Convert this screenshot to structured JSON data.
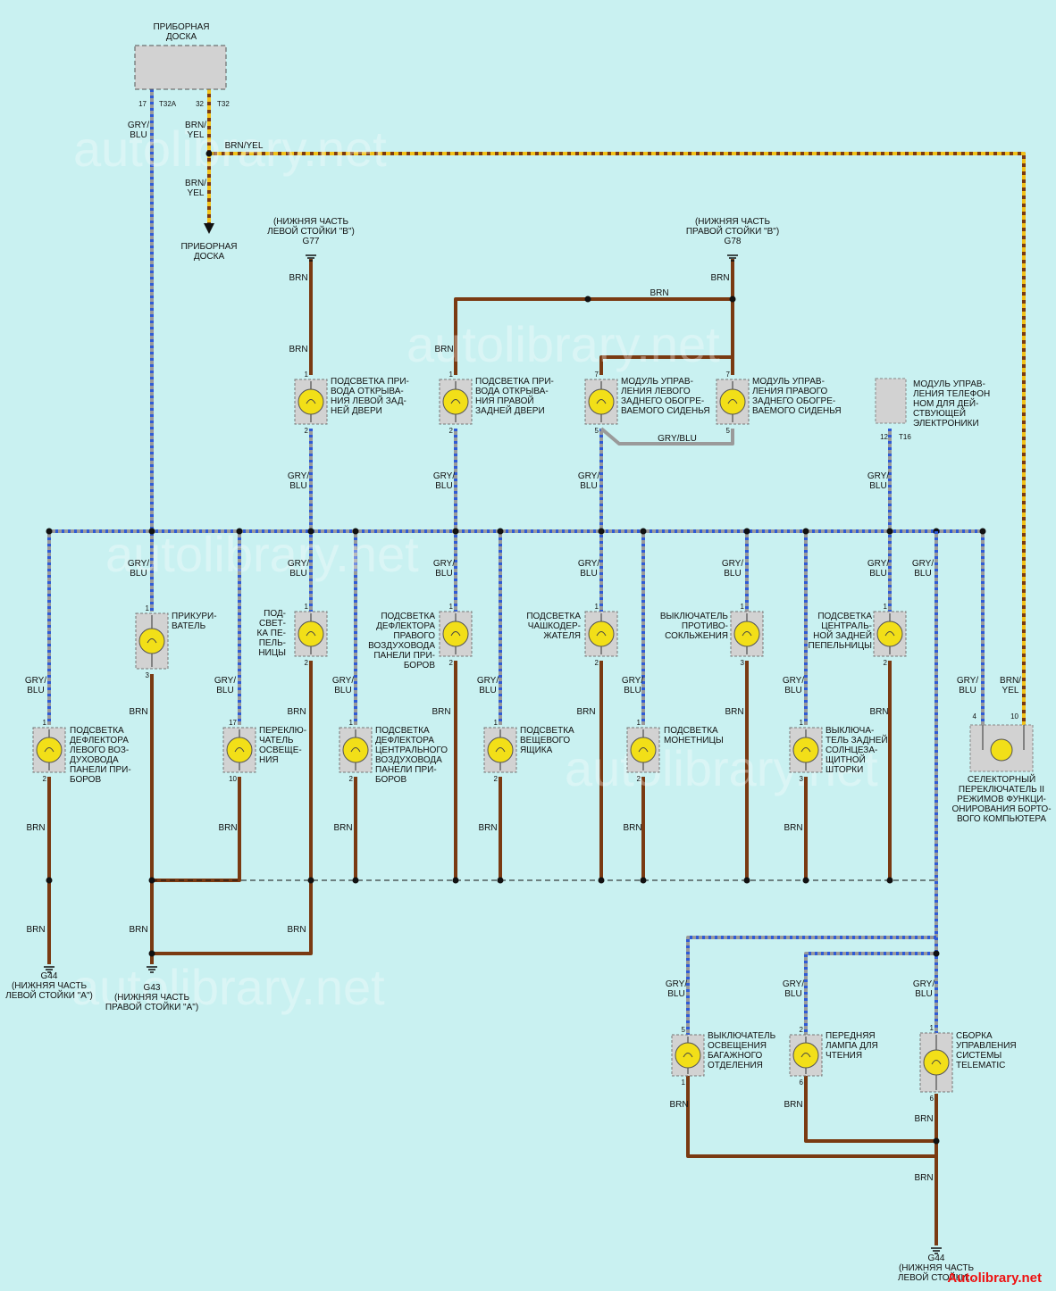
{
  "watermark": "autolibrary.net",
  "site_url": "Autolibrary.net",
  "colors": {
    "brn": "#7a3a12",
    "blu": "#2f5bd6",
    "gry": "#9a9a9a",
    "yel": "#f2c21a",
    "bulb": "#f2df18"
  },
  "top_block": {
    "label": [
      "ПРИБОРНАЯ",
      "ДОСКА"
    ],
    "connector_left": "T32A",
    "connector_right": "T32",
    "pin_left": "17",
    "pin_right": "32"
  },
  "dash_dest": [
    "ПРИБОРНАЯ",
    "ДОСКА"
  ],
  "wire_labels": {
    "gry_blu": [
      "GRY/",
      "BLU"
    ],
    "brn_yel": [
      "BRN/",
      "YEL"
    ],
    "brn_yel_run": "BRN/YEL",
    "brn": "BRN",
    "gry_blu_run": "GRY/BLU"
  },
  "grounds": {
    "g77": {
      "code": "G77",
      "text": [
        "(НИЖНЯЯ ЧАСТЬ",
        "ЛЕВОЙ СТОЙКИ \"В\")"
      ]
    },
    "g78": {
      "code": "G78",
      "text": [
        "(НИЖНЯЯ ЧАСТЬ",
        "ПРАВОЙ СТОЙКИ \"В\")"
      ]
    },
    "g44a": {
      "code": "G44",
      "text": [
        "(НИЖНЯЯ ЧАСТЬ",
        "ЛЕВОЙ СТОЙКИ \"А\")"
      ]
    },
    "g43": {
      "code": "G43",
      "text": [
        "(НИЖНЯЯ ЧАСТЬ",
        "ПРАВОЙ СТОЙКИ \"А\")"
      ]
    },
    "g44b": {
      "code": "G44",
      "text": [
        "(НИЖНЯЯ ЧАСТЬ",
        "ЛЕВОЙ СТОЙКИ..."
      ]
    }
  },
  "components": {
    "left_door": {
      "text": [
        "ПОДСВЕТКА ПРИ-",
        "ВОДА ОТКРЫВА-",
        "НИЯ ЛЕВОЙ ЗАД-",
        "НЕЙ ДВЕРИ"
      ],
      "pin_top": "1",
      "pin_bottom": "2"
    },
    "right_door": {
      "text": [
        "ПОДСВЕТКА ПРИ-",
        "ВОДА ОТКРЫВА-",
        "НИЯ ПРАВОЙ",
        "ЗАДНЕЙ ДВЕРИ"
      ],
      "pin_top": "1",
      "pin_bottom": "2"
    },
    "left_seat": {
      "text": [
        "МОДУЛЬ УПРАВ-",
        "ЛЕНИЯ ЛЕВОГО",
        "ЗАДНЕГО ОБОГРЕ-",
        "ВАЕМОГО СИДЕНЬЯ"
      ],
      "pin_top": "7",
      "pin_bottom": "5"
    },
    "right_seat": {
      "text": [
        "МОДУЛЬ УПРАВ-",
        "ЛЕНИЯ ПРАВОГО",
        "ЗАДНЕГО ОБОГРЕ-",
        "ВАЕМОГО СИДЕНЬЯ"
      ],
      "pin_top": "7",
      "pin_bottom": "5"
    },
    "phone": {
      "text": [
        "МОДУЛЬ УПРАВ-",
        "ЛЕНИЯ ТЕЛЕФОН",
        "НОМ ДЛЯ ДЕЙ-",
        "СТВУЮЩЕЙ",
        "ЭЛЕКТРОНИКИ"
      ],
      "pin": "12",
      "connector": "T16"
    },
    "lighter": {
      "text": [
        "ПРИКУРИ-",
        "ВАТЕЛЬ"
      ],
      "pin_top": "1",
      "pin_bottom": "3"
    },
    "ashtray": {
      "text": [
        "ПОД-",
        "СВЕТ-",
        "КА ПЕ-",
        "ПЕЛЬ-",
        "НИЦЫ"
      ],
      "pin_top": "1",
      "pin_bottom": "2"
    },
    "right_vent": {
      "text": [
        "ПОДСВЕТКА",
        "ДЕФЛЕКТОРА",
        "ПРАВОГО",
        "ВОЗДУХОВОДА",
        "ПАНЕЛИ ПРИ-",
        "БОРОВ"
      ],
      "pin_top": "1",
      "pin_bottom": "2"
    },
    "cupholder": {
      "text": [
        "ПОДСВЕТКА",
        "ЧАШКОДЕР-",
        "ЖАТЕЛЯ"
      ],
      "pin_top": "1",
      "pin_bottom": "2"
    },
    "antiskid": {
      "text": [
        "ВЫКЛЮЧАТЕЛЬ",
        "ПРОТИВО-",
        "СОКЛЬЖЕНИЯ"
      ],
      "pin_top": "1",
      "pin_bottom": "3"
    },
    "center_ashtray": {
      "text": [
        "ПОДСВЕТКА",
        "ЦЕНТРАЛЬ-",
        "НОЙ ЗАДНЕЙ",
        "ПЕПЕЛЬНИЦЫ"
      ],
      "pin_top": "1",
      "pin_bottom": "2"
    },
    "left_vent": {
      "text": [
        "ПОДСВЕТКА",
        "ДЕФЛЕКТОРА",
        "ЛЕВОГО ВОЗ-",
        "ДУХОВОДА",
        "ПАНЕЛИ ПРИ-",
        "БОРОВ"
      ],
      "pin_top": "1",
      "pin_bottom": "2"
    },
    "light_switch": {
      "text": [
        "ПЕРЕКЛЮ-",
        "ЧАТЕЛЬ",
        "ОСВЕЩЕ-",
        "НИЯ"
      ],
      "pin_top": "17",
      "pin_bottom": "10"
    },
    "center_vent": {
      "text": [
        "ПОДСВЕТКА",
        "ДЕФЛЕКТОРА",
        "ЦЕНТРАЛЬНОГО",
        "ВОЗДУХОВОДА",
        "ПАНЕЛИ ПРИ-",
        "БОРОВ"
      ],
      "pin_top": "1",
      "pin_bottom": "2"
    },
    "glovebox": {
      "text": [
        "ПОДСВЕТКА",
        "ВЕЩЕВОГО",
        "ЯЩИКА"
      ],
      "pin_top": "1",
      "pin_bottom": "2"
    },
    "coin": {
      "text": [
        "ПОДСВЕТКА",
        "МОНЕТНИЦЫ"
      ],
      "pin_top": "1",
      "pin_bottom": "2"
    },
    "sunshade": {
      "text": [
        "ВЫКЛЮЧА-",
        "ТЕЛЬ ЗАДНЕЙ",
        "СОЛНЦЕЗА-",
        "ЩИТНОЙ",
        "ШТОРКИ"
      ],
      "pin_top": "1",
      "pin_bottom": "3"
    },
    "selector": {
      "text": [
        "СЕЛЕКТОРНЫЙ",
        "ПЕРЕКЛЮЧАТЕЛЬ II",
        "РЕЖИМОВ ФУНКЦИ-",
        "ОНИРОВАНИЯ БОРТО-",
        "ВОГО КОМПЬЮТЕРА"
      ],
      "pin_left": "4",
      "pin_right": "10"
    },
    "trunk": {
      "text": [
        "ВЫКЛЮЧАТЕЛЬ",
        "ОСВЕЩЕНИЯ",
        "БАГАЖНОГО",
        "ОТДЕЛЕНИЯ"
      ],
      "pin_top": "5",
      "pin_bottom": "1"
    },
    "reading": {
      "text": [
        "ПЕРЕДНЯЯ",
        "ЛАМПА ДЛЯ",
        "ЧТЕНИЯ"
      ],
      "pin_top": "2",
      "pin_bottom": "6"
    },
    "telematic": {
      "text": [
        "СБОРКА",
        "УПРАВЛЕНИЯ",
        "СИСТЕМЫ",
        "TELEMATIC"
      ],
      "pin_top": "1",
      "pin_bottom": "6"
    }
  }
}
